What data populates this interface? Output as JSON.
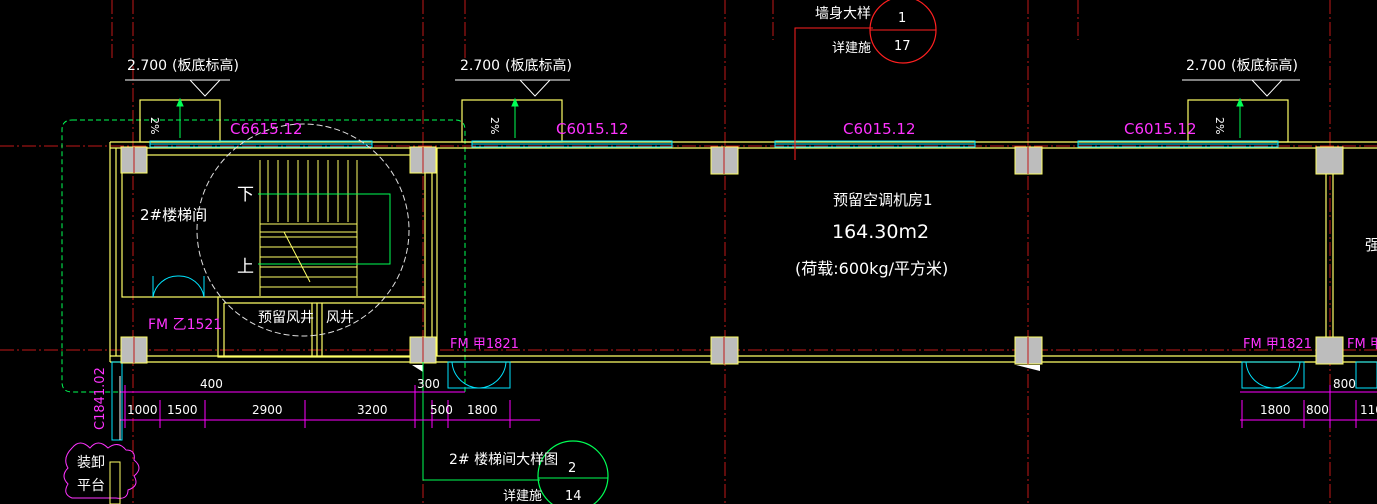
{
  "elevations": [
    {
      "value": "2.700",
      "note": "(板底标高)"
    },
    {
      "value": "2.700",
      "note": "(板底标高)"
    },
    {
      "value": "2.700",
      "note": "(板底标高)"
    }
  ],
  "windows": [
    "C6615.12",
    "C6015.12",
    "C6015.12",
    "C6015.12"
  ],
  "wall_callout": {
    "label": "墙身大样",
    "sub": "详建施",
    "num": "1",
    "sheet": "17"
  },
  "stair_callout": {
    "label": "2# 楼梯间大样图",
    "sub": "详建施",
    "num": "2",
    "sheet": "14"
  },
  "room": {
    "name": "预留空调机房1",
    "area": "164.30m2",
    "load": "(荷载:600kg/平方米)"
  },
  "stair": {
    "name": "2#楼梯间",
    "down": "下",
    "up": "上"
  },
  "shafts": [
    "预留风井",
    "风井"
  ],
  "doors": [
    "FM 乙1521",
    "FM 甲1821",
    "FM 甲1821",
    "FM 甲"
  ],
  "dimensions": {
    "row1": [
      "400",
      "300",
      "800"
    ],
    "row2": [
      "1000",
      "1500",
      "2900",
      "3200",
      "500",
      "1800",
      "1800",
      "800",
      "110"
    ]
  },
  "side_window": "C1841.02",
  "platform": [
    "装卸",
    "平台"
  ],
  "right_clip": "强",
  "misc_label": "2%",
  "colors": {
    "wall": "#ffff66",
    "window": "#00e5ff",
    "tag": "#ff33ff",
    "axis": "#ff2020",
    "green": "#00ff55",
    "white": "#ffffff",
    "column": "#bdbdbd",
    "dim": "#ff00ff"
  }
}
